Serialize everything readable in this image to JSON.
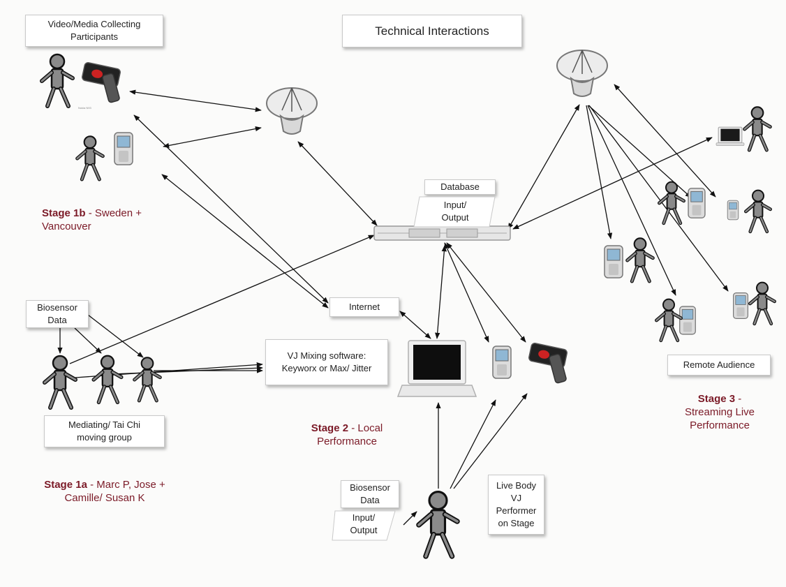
{
  "title": "Technical Interactions",
  "boxes": {
    "video_media": "Video/Media  Collecting Participants",
    "database": "Database",
    "io_top": "Input/ Output",
    "internet": "Internet",
    "vj_mixing": "VJ Mixing software: Keyworx or Max/ Jitter",
    "biosensor_left": "Biosensor Data",
    "mediating": "Mediating/ Tai Chi moving group",
    "biosensor_bottom": "Biosensor Data",
    "io_bottom": "Input/ Output",
    "live_body": "Live Body VJ Performer on Stage",
    "remote_audience": "Remote Audience"
  },
  "stages": {
    "s1b_label": "Stage 1b",
    "s1b_text": " - Sweden + Vancouver",
    "s1a_label": "Stage 1a",
    "s1a_text": " - Marc P, Jose  + Camille/ Susan K",
    "s2_label": "Stage 2",
    "s2_text": " - Local Performance",
    "s3_label": "Stage 3",
    "s3_text": " - Streaming Live Performance"
  },
  "colors": {
    "stage_text": "#7b1a27",
    "figure_fill": "#8a8a8a",
    "figure_stroke": "#111111",
    "arrow": "#111111"
  }
}
